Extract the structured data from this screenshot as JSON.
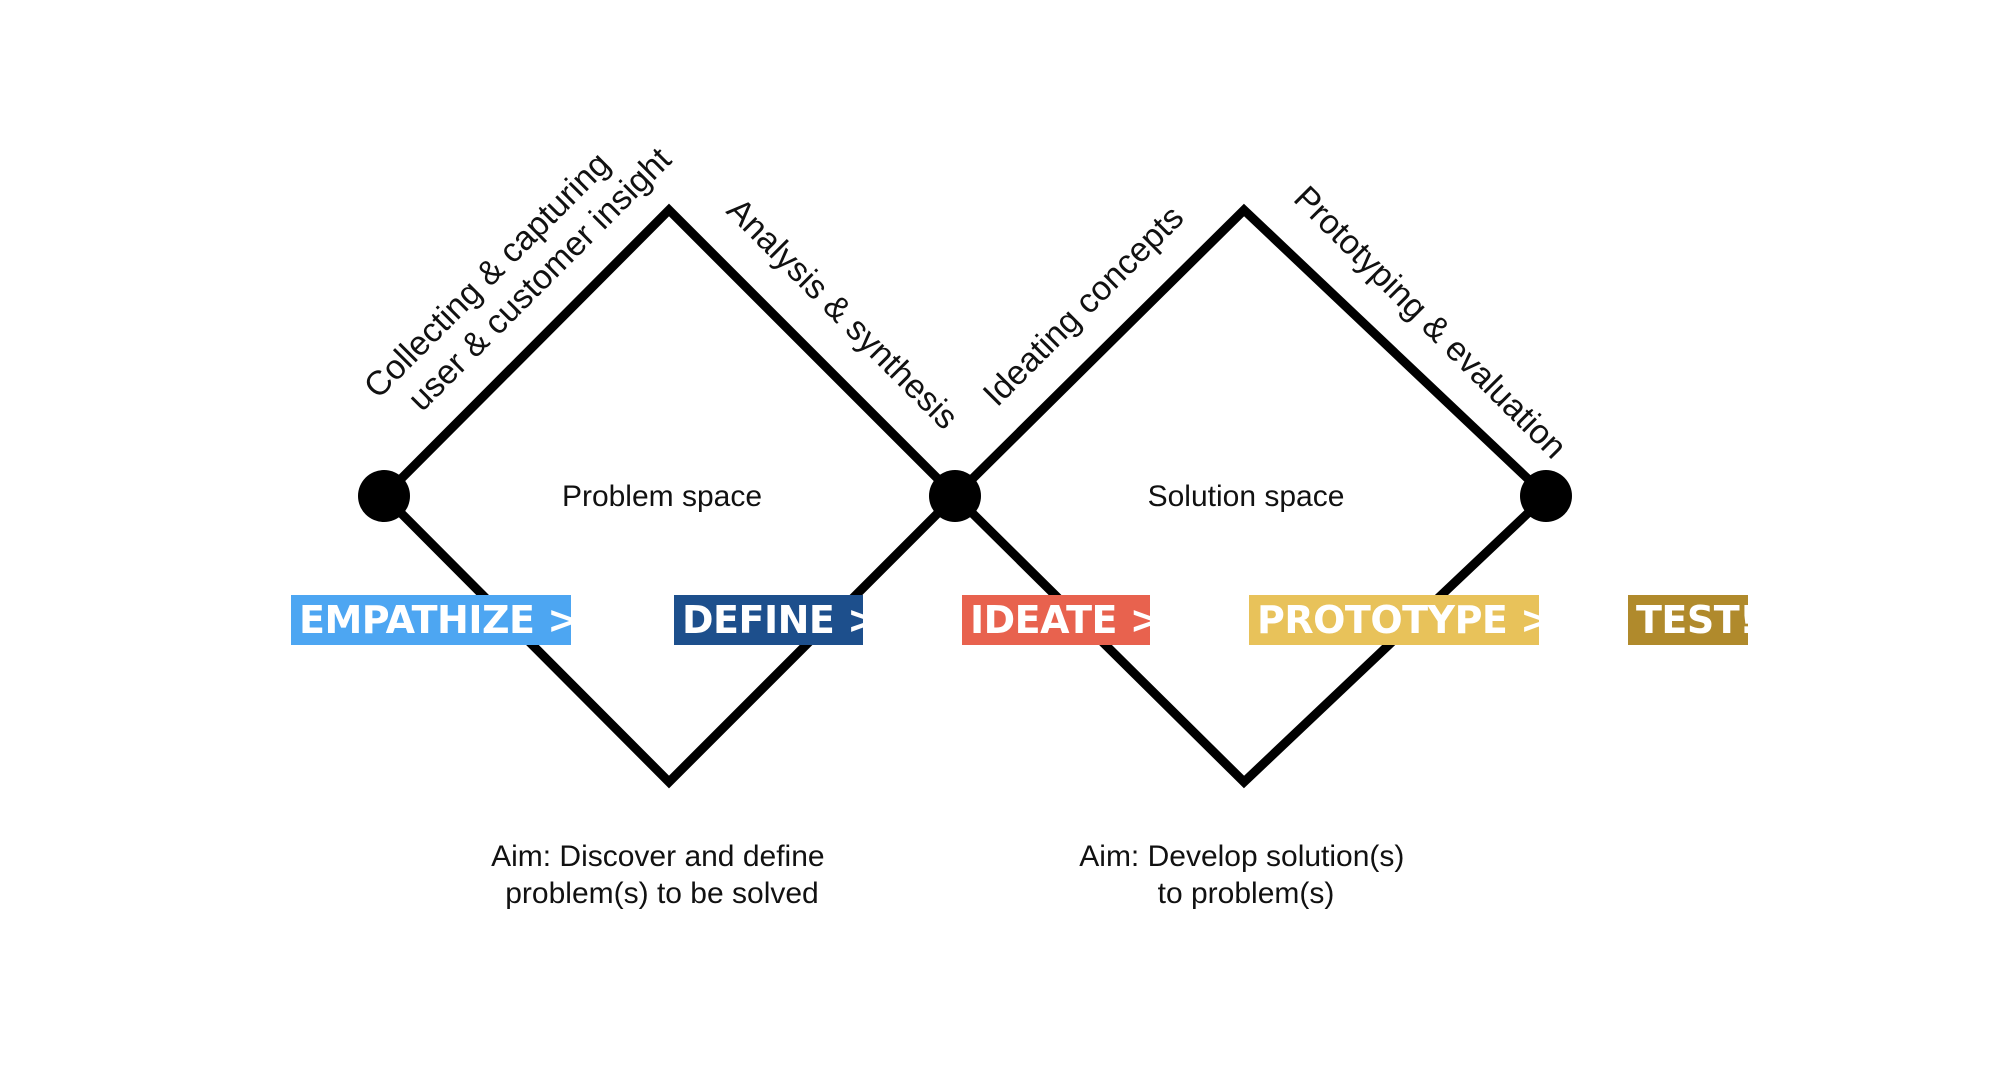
{
  "diagram": {
    "edge_labels": [
      {
        "id": "collecting",
        "lines": [
          "Collecting & capturing",
          "user & customer insight"
        ]
      },
      {
        "id": "analysis",
        "lines": [
          "Analysis & synthesis"
        ]
      },
      {
        "id": "ideating",
        "lines": [
          "Ideating concepts"
        ]
      },
      {
        "id": "prototyping",
        "lines": [
          "Prototyping & evaluation"
        ]
      }
    ],
    "spaces": {
      "problem": "Problem space",
      "solution": "Solution space"
    },
    "aims": {
      "problem": [
        "Aim: Discover and define",
        "problem(s) to be solved"
      ],
      "solution": [
        "Aim: Develop solution(s)",
        "to problem(s)"
      ]
    }
  },
  "stages": [
    {
      "label": "EMPATHIZE >",
      "color": "#4da6f2"
    },
    {
      "label": "DEFINE >",
      "color": "#1d4f8c"
    },
    {
      "label": "IDEATE >",
      "color": "#e8624e"
    },
    {
      "label": "PROTOTYPE >",
      "color": "#e8c25a"
    },
    {
      "label": "TEST!",
      "color": "#b08a2c"
    }
  ]
}
